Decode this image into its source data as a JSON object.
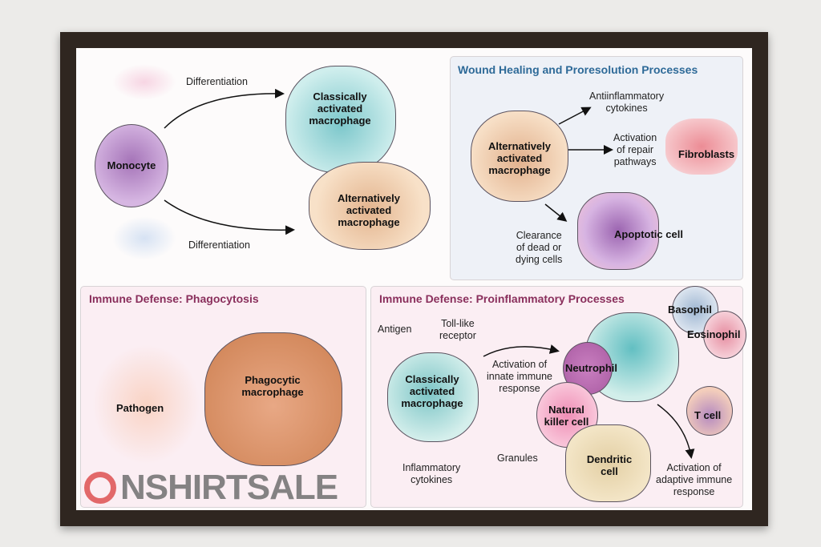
{
  "top_left": {
    "monocyte": "Monocyte",
    "differentiation_top": "Differentiation",
    "differentiation_bottom": "Differentiation",
    "classical": [
      "Classically",
      "activated",
      "macrophage"
    ],
    "alternative": [
      "Alternatively",
      "activated",
      "macrophage"
    ]
  },
  "wound": {
    "title": "Wound Healing and Proresolution Processes",
    "macrophage": [
      "Alternatively",
      "activated",
      "macrophage"
    ],
    "antiinflammatory": [
      "Antiinflammatory",
      "cytokines"
    ],
    "repair": [
      "Activation",
      "of repair",
      "pathways"
    ],
    "fibroblasts": "Fibroblasts",
    "clearance": [
      "Clearance",
      "of dead or",
      "dying cells"
    ],
    "apoptotic": "Apoptotic cell"
  },
  "phago": {
    "title": "Immune Defense: Phagocytosis",
    "pathogen": "Pathogen",
    "macrophage": [
      "Phagocytic",
      "macrophage"
    ]
  },
  "proinf": {
    "title": "Immune Defense: Proinflammatory Processes",
    "antigen": "Antigen",
    "tlr": [
      "Toll-like",
      "receptor"
    ],
    "macrophage": [
      "Classically",
      "activated",
      "macrophage"
    ],
    "innate": [
      "Activation of",
      "innate immune",
      "response"
    ],
    "neutrophil": "Neutrophil",
    "basophil": "Basophil",
    "eosinophil": "Eosinophil",
    "nk": [
      "Natural",
      "killer cell"
    ],
    "tcell": "T cell",
    "dendritic": [
      "Dendritic",
      "cell"
    ],
    "granules": "Granules",
    "cytokines": [
      "Inflammatory",
      "cytokines"
    ],
    "adaptive": [
      "Activation of",
      "adaptive immune",
      "response"
    ]
  },
  "watermark": "NSHIRTSALE"
}
